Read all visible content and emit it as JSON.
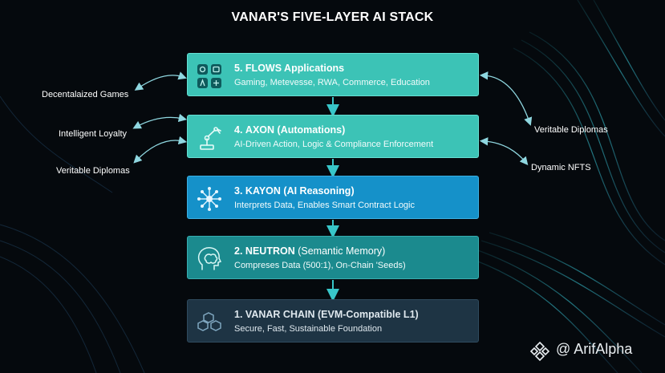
{
  "title": "VANAR'S FIVE-LAYER AI STACK",
  "layers": [
    {
      "num": "5.",
      "name": "FLOWS Applications",
      "sub": "",
      "desc": "Gaming, Metevesse, RWA, Commerce, Education",
      "icon": "app-grid-icon",
      "color": "#3cc3b6"
    },
    {
      "num": "4.",
      "name": "AXON",
      "sub": "(Automations)",
      "desc": "AI-Driven Action, Logic & Compliance Enforcement",
      "icon": "robot-arm-icon",
      "color": "#3cc3b6"
    },
    {
      "num": "3.",
      "name": "KAYON",
      "sub": "(AI Reasoning)",
      "desc": "Interprets Data, Enables Smart Contract Logic",
      "icon": "network-node-icon",
      "color": "#1591c9"
    },
    {
      "num": "2.",
      "name": "NEUTRON",
      "sub": "(Semantic Memory)",
      "desc": "Compreses Data (500:1), On-Chain 'Seeds)",
      "icon": "brain-head-icon",
      "color": "#1b8a8e"
    },
    {
      "num": "1.",
      "name": "VANAR CHAIN",
      "sub": "(EVM-Compatible L1)",
      "desc": "Secure, Fast, Sustainable Foundation",
      "icon": "blockchain-cubes-icon",
      "color": "#1e3444"
    }
  ],
  "left_labels": [
    "Decentalaized Games",
    "Intelligent Loyalty",
    "Veritable Diplomas"
  ],
  "right_labels": [
    "Veritable Diplomas",
    "Dynamic NFTS"
  ],
  "watermark": {
    "text": "@ ArifAlpha",
    "icon": "binance-logo-icon"
  }
}
